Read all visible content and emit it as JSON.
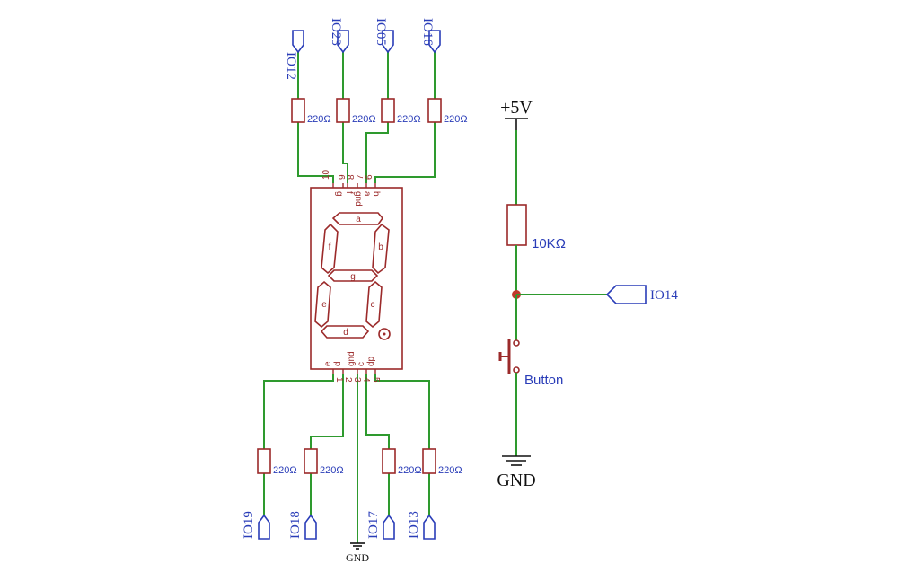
{
  "display": {
    "top_pins": [
      {
        "number": "10",
        "name": "g"
      },
      {
        "number": "9",
        "name": "f"
      },
      {
        "number": "8",
        "name": "gnd"
      },
      {
        "number": "7",
        "name": "a"
      },
      {
        "number": "6",
        "name": "b"
      }
    ],
    "bottom_pins": [
      {
        "number": "1",
        "name": "e"
      },
      {
        "number": "2",
        "name": "d"
      },
      {
        "number": "3",
        "name": "gnd"
      },
      {
        "number": "4",
        "name": "c"
      },
      {
        "number": "5",
        "name": "dp"
      }
    ],
    "segments": {
      "a": "a",
      "b": "b",
      "c": "c",
      "d": "d",
      "e": "e",
      "f": "f",
      "g": "g"
    }
  },
  "top_resistors": [
    {
      "value": "220Ω",
      "port": "IO12"
    },
    {
      "value": "220Ω",
      "port": "IO23"
    },
    {
      "value": "220Ω",
      "port": "IO05"
    },
    {
      "value": "220Ω",
      "port": "IO16"
    }
  ],
  "bottom_resistors": [
    {
      "value": "220Ω",
      "port": "IO19"
    },
    {
      "value": "220Ω",
      "port": "IO18"
    },
    {
      "value": "220Ω",
      "port": "IO17"
    },
    {
      "value": "220Ω",
      "port": "IO13"
    }
  ],
  "display_gnd": "GND",
  "button_circuit": {
    "power": "+5V",
    "resistor": "10KΩ",
    "port": "IO14",
    "button": "Button",
    "gnd": "GND"
  },
  "colors": {
    "wire": "#2e9a2e",
    "component": "#9b2a2a",
    "port": "#2a3db8"
  }
}
